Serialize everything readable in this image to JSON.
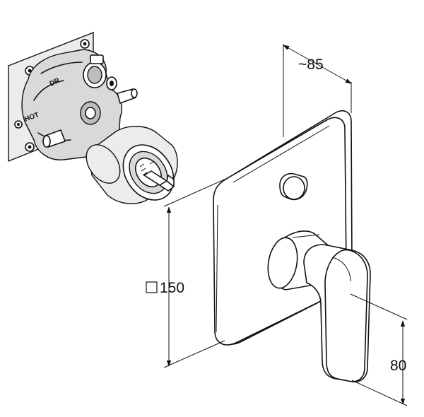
{
  "dimensions": {
    "depth_label": "~85",
    "square_size_label": "150",
    "handle_height_label": "80"
  },
  "valve_labels": {
    "dr": "DR",
    "hot": "HOT"
  }
}
